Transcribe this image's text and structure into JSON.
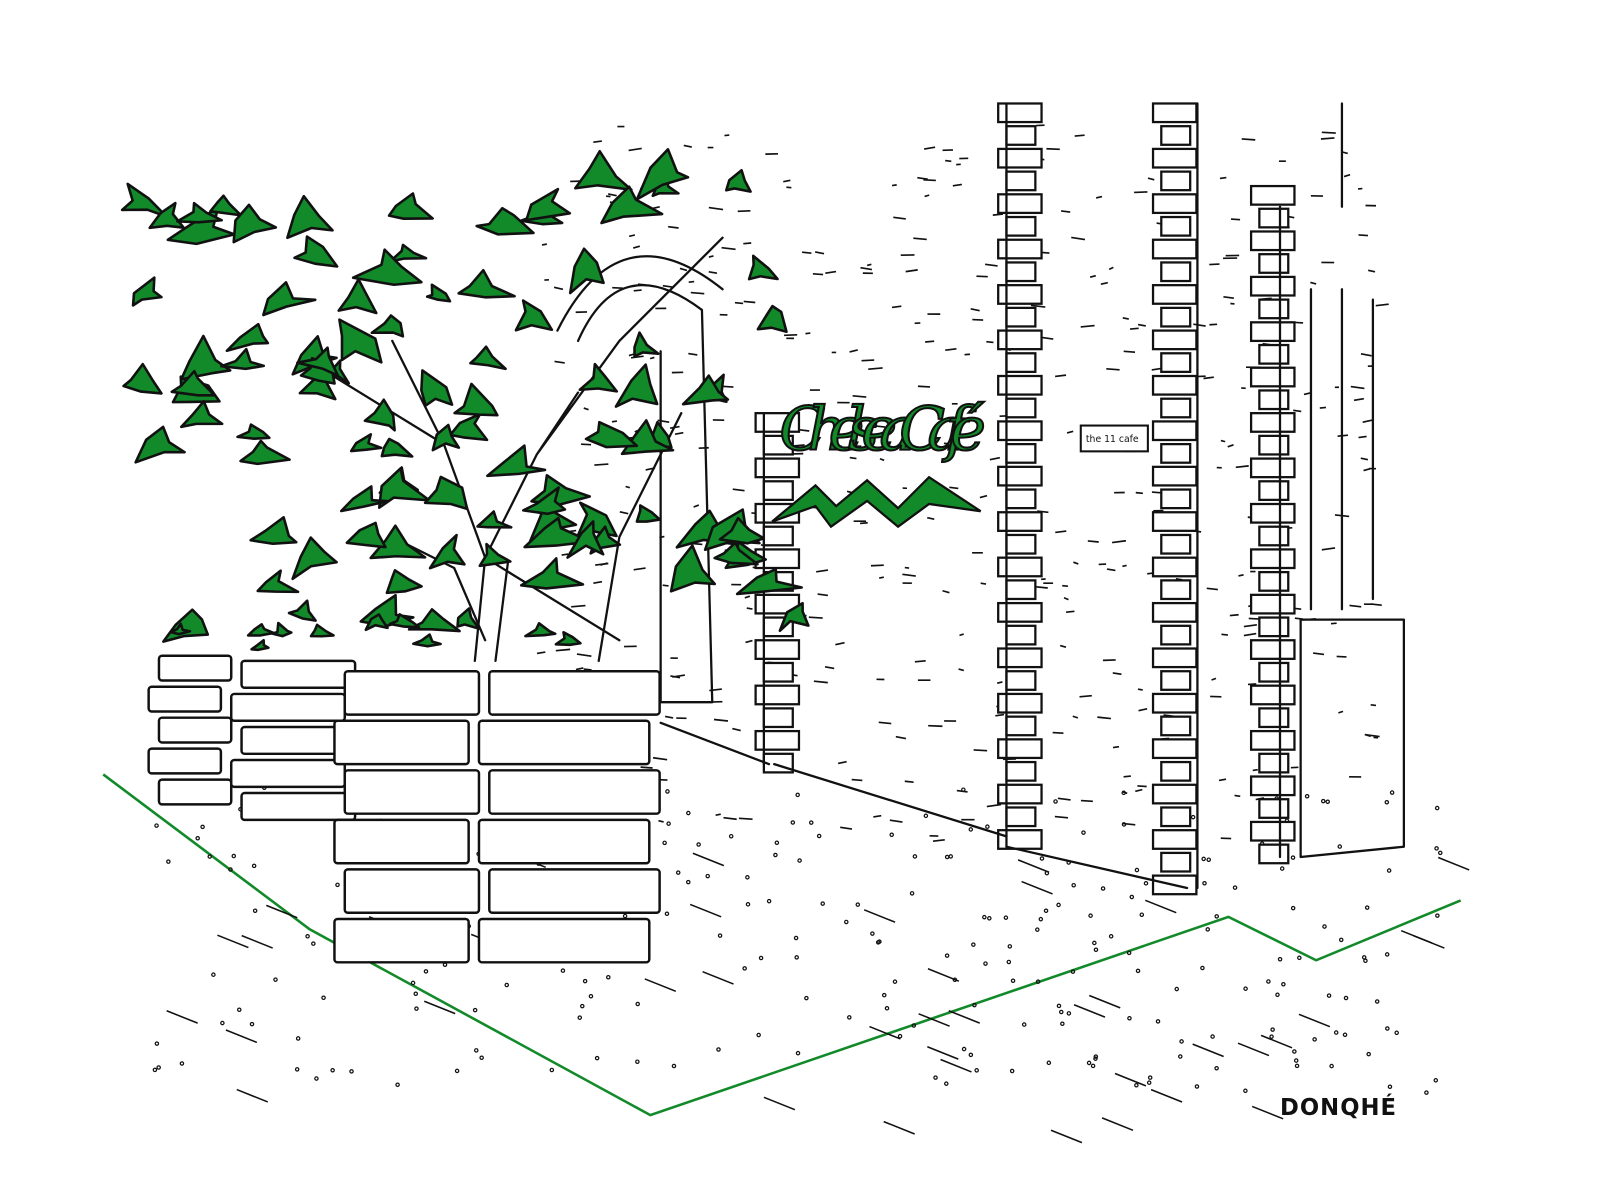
{
  "illustration": {
    "sign_text": "Chelsea Café",
    "plaque_text": "the 11 cafe",
    "artist_signature": "DONQHÉ",
    "colors": {
      "ink": "#111111",
      "leaf_green": "#138a2a",
      "paper": "#ffffff"
    }
  }
}
